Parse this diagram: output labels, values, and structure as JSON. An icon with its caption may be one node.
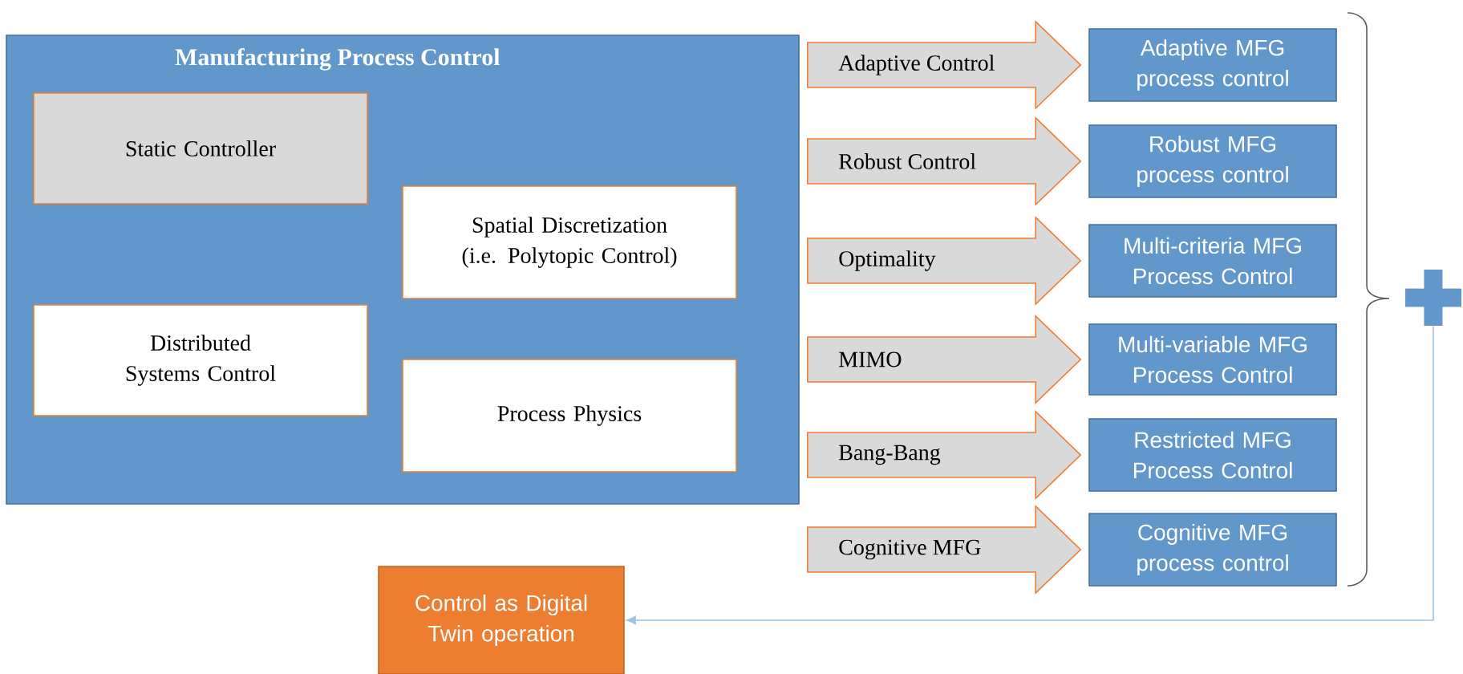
{
  "diagram": {
    "nodes": [
      {
        "text": [
          "Manufacturing Process Control"
        ]
      },
      {
        "text": [
          "Static Controller"
        ],
        "in": 0
      },
      {
        "text": [
          "Spatial Discretization (i.e. Polytopic Control)"
        ],
        "in": 0
      },
      {
        "text": [
          "Distributed Systems Control"
        ],
        "in": 0
      },
      {
        "text": [
          "Process Physics"
        ],
        "in": 0
      },
      {
        "text": [
          "Adaptive MFG process control"
        ]
      },
      {
        "text": [
          "Robust MFG process control"
        ]
      },
      {
        "text": [
          "Multi-criteria MFG Process Control"
        ]
      },
      {
        "text": [
          "Multi-variable MFG Process Control"
        ]
      },
      {
        "text": [
          "Restricted MFG Process Control"
        ]
      },
      {
        "text": [
          "Cognitive MFG process control"
        ]
      },
      {
        "text": [],
        "shape": "cross"
      },
      {
        "text": [
          "Control as Digital Twin operation"
        ]
      }
    ],
    "edges": [
      {
        "from": 0,
        "to": 5,
        "arrow": "to",
        "label": "Adaptive Control"
      },
      {
        "from": 0,
        "to": 6,
        "arrow": "to",
        "label": "Robust Control"
      },
      {
        "from": 0,
        "to": 7,
        "arrow": "to",
        "label": "Optimality"
      },
      {
        "from": 0,
        "to": 8,
        "arrow": "to",
        "label": "MIMO"
      },
      {
        "from": 0,
        "to": 9,
        "arrow": "to",
        "label": "Bang-Bang"
      },
      {
        "from": 0,
        "to": 10,
        "arrow": "to",
        "label": "Cognitive MFG"
      },
      {
        "from": 11,
        "to": 12,
        "arrow": "to",
        "color": "#9dc3e6"
      }
    ]
  }
}
